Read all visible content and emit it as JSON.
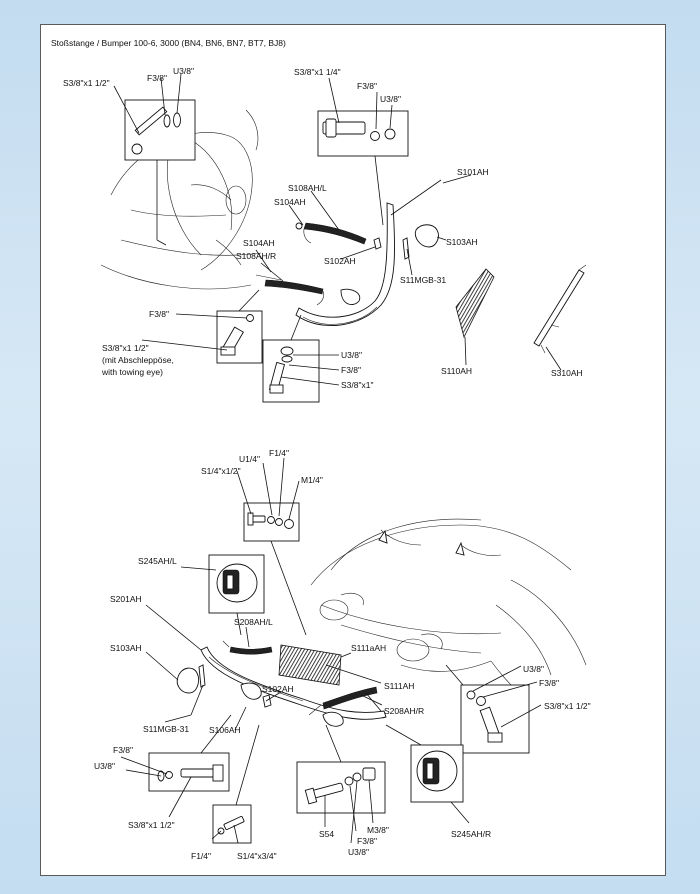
{
  "title": "Stoßstange / Bumper 100-6, 3000 (BN4, BN6, BN7, BT7, BJ8)",
  "labels": {
    "u38_a": "U3/8\"",
    "f38_a": "F3/8\"",
    "s38x112_a": "S3/8\"x1 1/2\"",
    "s38x114": "S3/8\"x1 1/4\"",
    "f38_b": "F3/8\"",
    "u38_b": "U3/8\"",
    "s101ah": "S101AH",
    "s108ahl_a": "S108AH/L",
    "s104ah_a": "S104AH",
    "s104ah_b": "S104AH",
    "s108ahr_a": "S108AH/R",
    "s102ah_a": "S102AH",
    "s103ah_a": "S103AH",
    "s11mgb31_a": "S11MGB-31",
    "f38_c": "F3/8\"",
    "s38x112_b": "S3/8\"x1 1/2\"",
    "towing1": "(mit Abschleppöse,",
    "towing2": "with towing eye)",
    "u38_c": "U3/8\"",
    "f38_d": "F3/8\"",
    "s38x1": "S3/8\"x1\"",
    "s110ah": "S110AH",
    "s310ah": "S310AH",
    "u14": "U1/4\"",
    "f14_a": "F1/4\"",
    "s14x12": "S1/4\"x1/2\"",
    "m14": "M1/4\"",
    "s245ahl": "S245AH/L",
    "s201ah": "S201AH",
    "s208ahl": "S208AH/L",
    "s103ah_b": "S103AH",
    "s111aah": "S111aAH",
    "s111ah": "S111AH",
    "u38_d": "U3/8\"",
    "f38_e": "F3/8\"",
    "s102ah_b": "S102AH",
    "s208ahr": "S208AH/R",
    "s38x112_c": "S3/8\"x1 1/2\"",
    "s11mgb31_b": "S11MGB-31",
    "s106ah": "S106AH",
    "f38_f": "F3/8\"",
    "u38_e": "U3/8\"",
    "s38x112_d": "S3/8\"x1 1/2\"",
    "f14_b": "F1/4\"",
    "s14x34": "S1/4\"x3/4\"",
    "s54": "S54",
    "m38": "M3/8\"",
    "f38_g": "F3/8\"",
    "u38_f": "U3/8\"",
    "s245ahr": "S245AH/R"
  }
}
